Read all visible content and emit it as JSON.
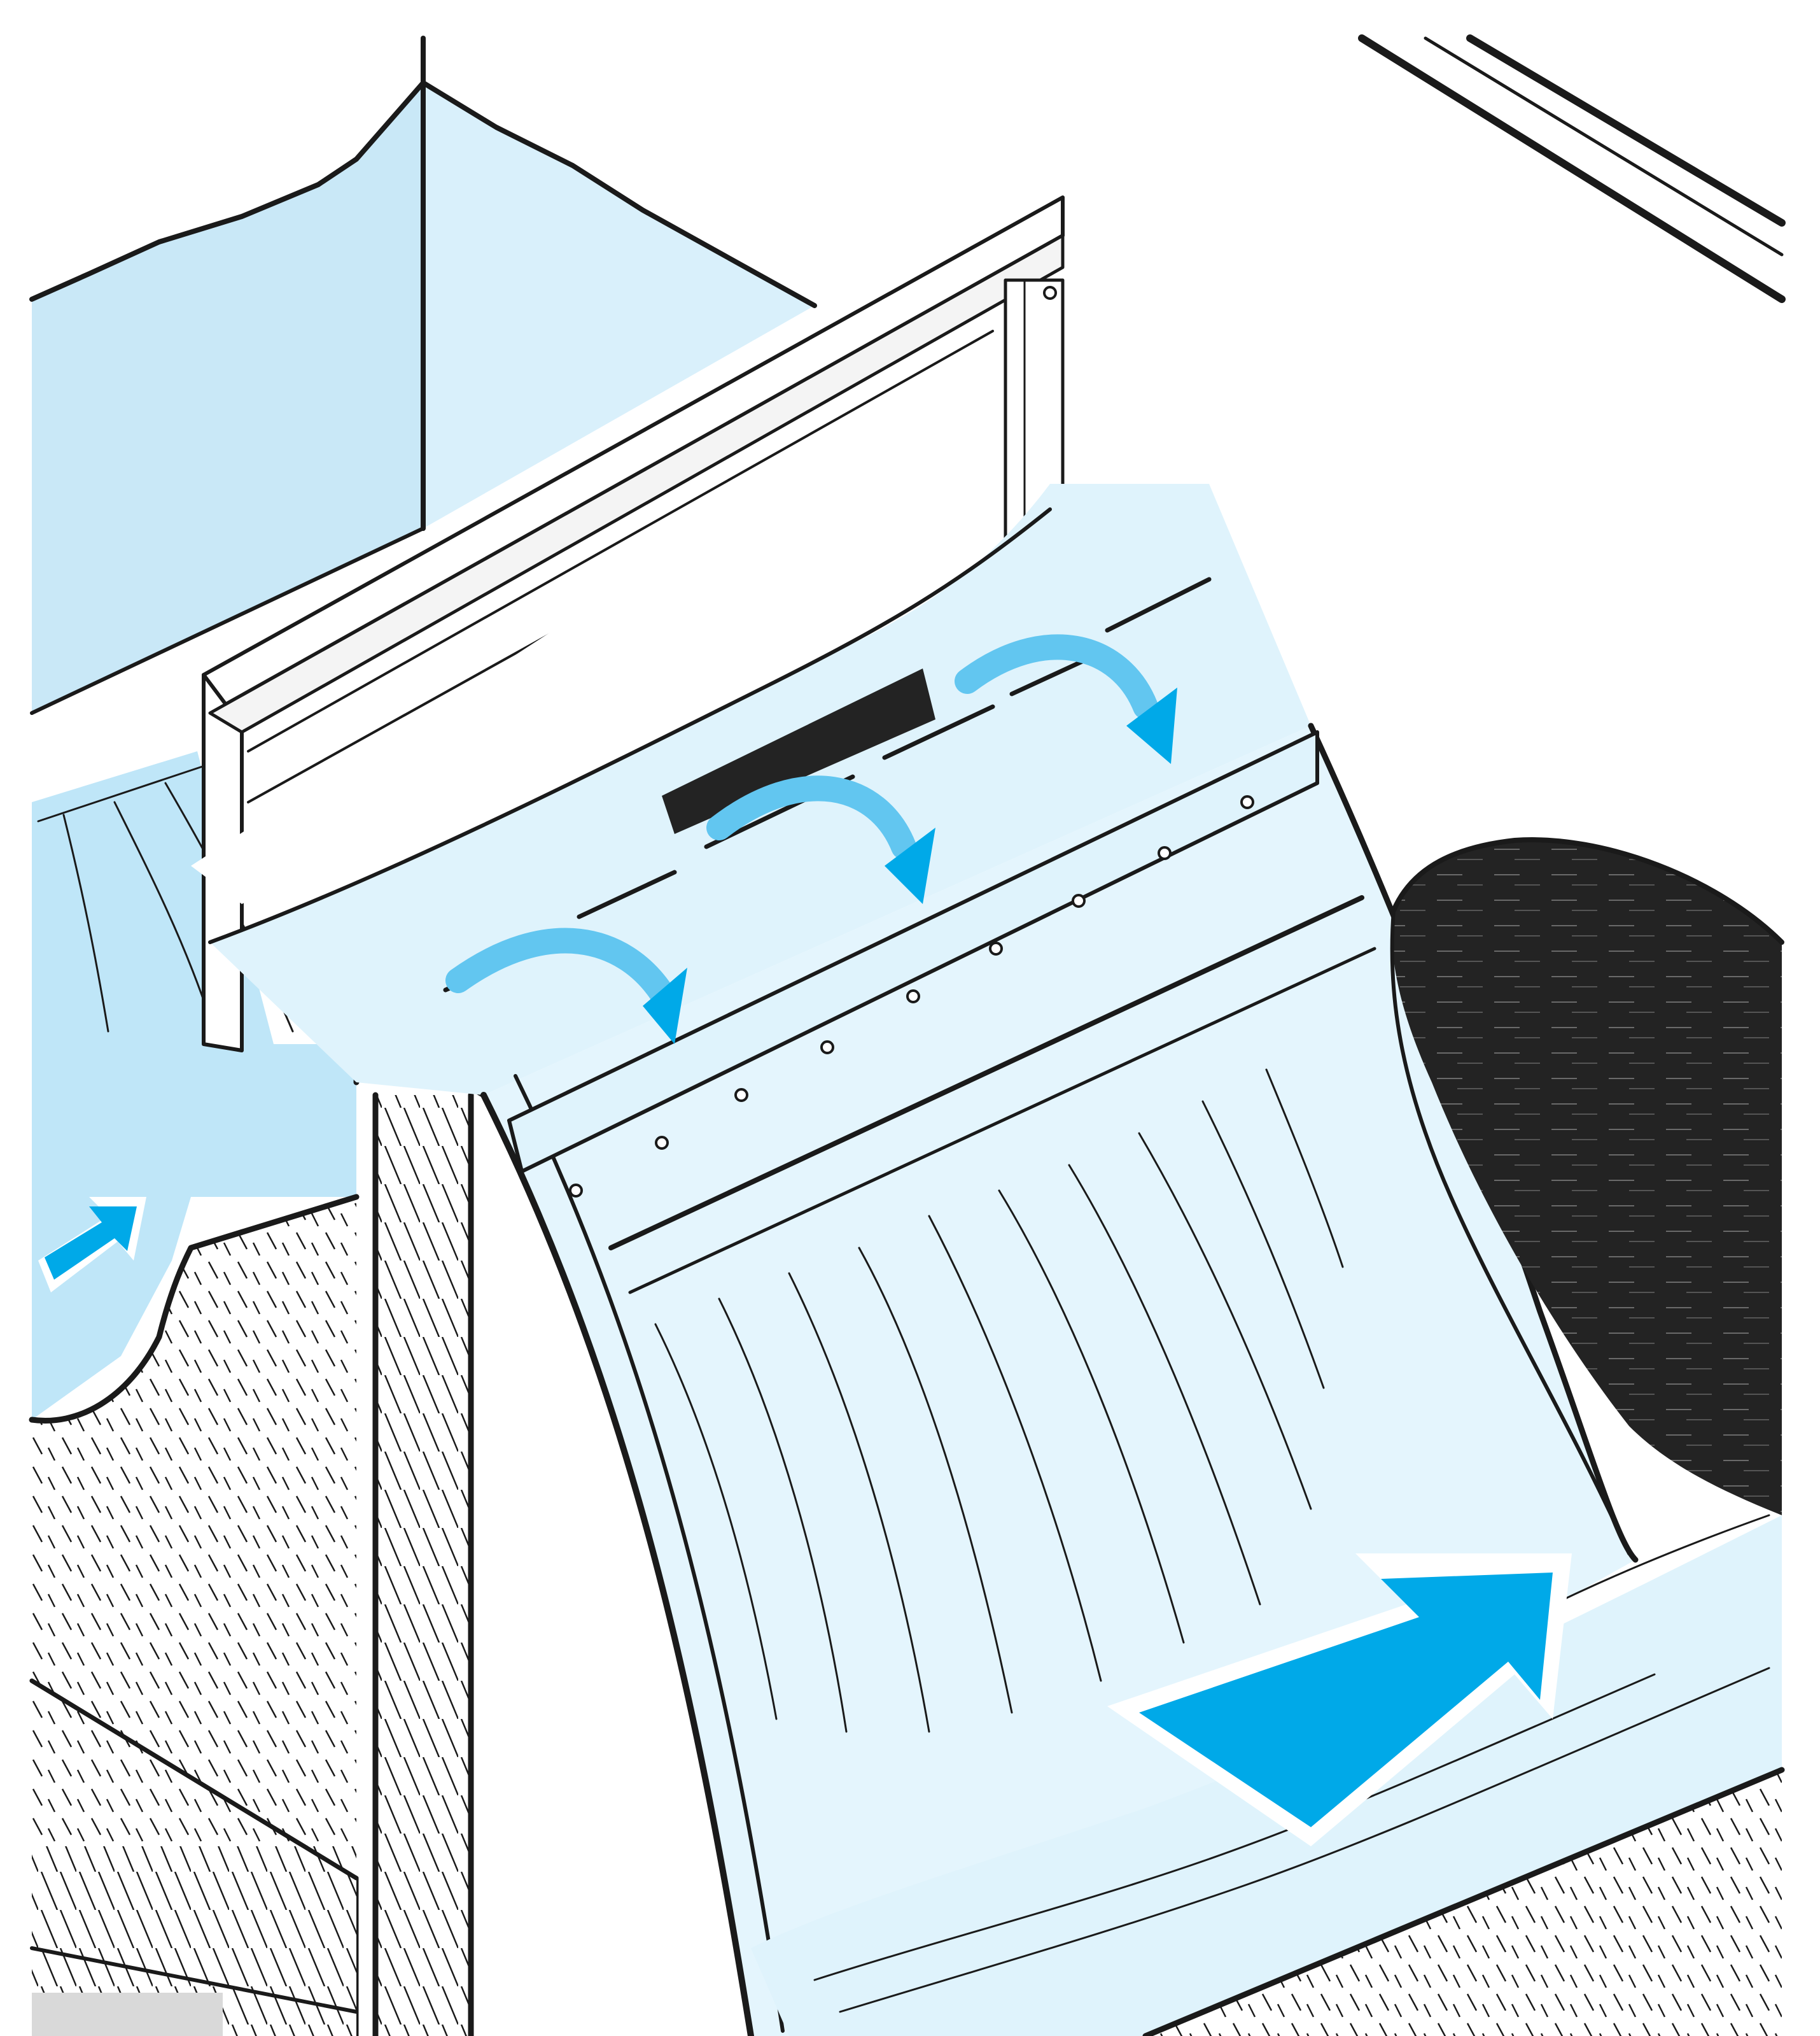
{
  "diagram": {
    "type": "isometric-cutaway",
    "elements": [
      "upstream-water",
      "baffle-plate",
      "mounting-bracket",
      "curved-screen",
      "plenum-opening",
      "downstream-channel",
      "flow-arrows"
    ],
    "colors": {
      "water": "#dff3fc",
      "water_deep": "#bfe6f8",
      "arrow": "#00a9e8",
      "arrow_light": "#62c6f0",
      "ink": "#1a1a1a",
      "dark_void": "#232323",
      "ground": "#ffffff",
      "floor": "#d9d9d9"
    },
    "flow_arrows": {
      "inflow_count": 1,
      "over_weir_count": 3,
      "outflow_count": 1
    }
  }
}
